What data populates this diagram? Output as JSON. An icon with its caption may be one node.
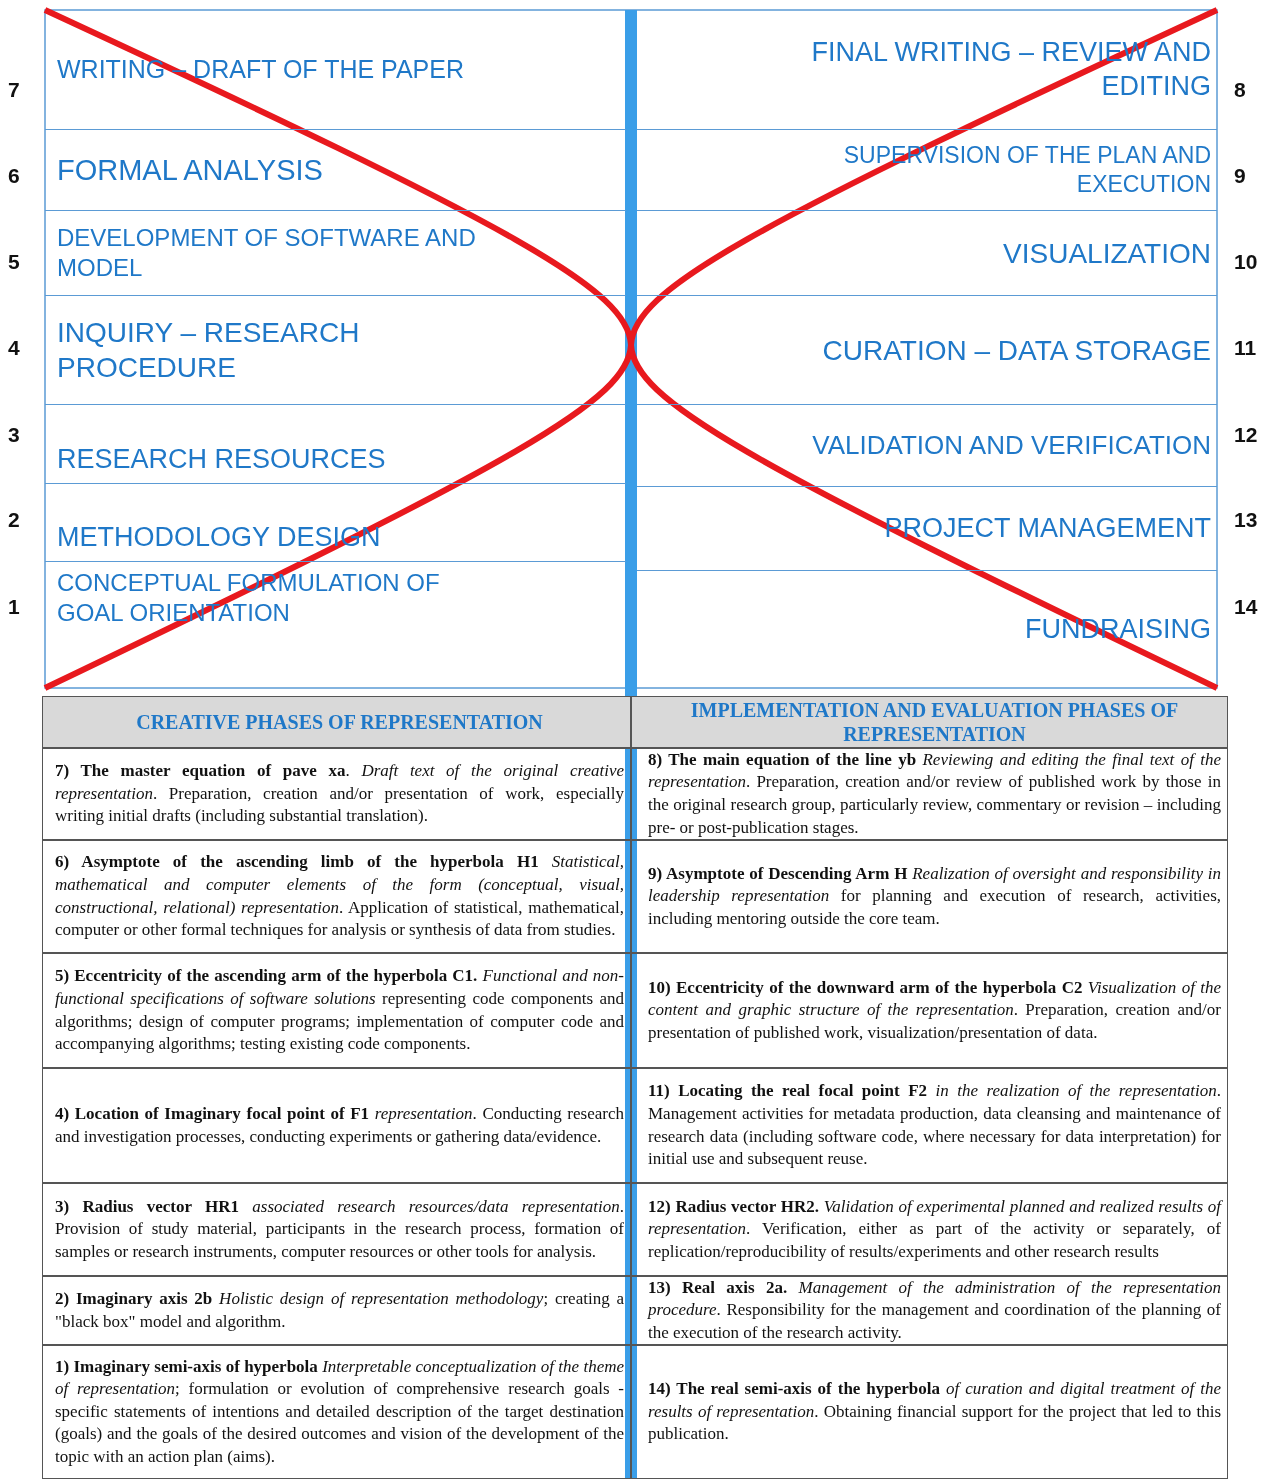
{
  "diagram": {
    "nodes": [
      {
        "text": [
          "WRITING – DRAFT OF THE PAPER"
        ],
        "beside": [
          "7"
        ]
      },
      {
        "text": [
          "FORMAL ANALYSIS"
        ],
        "beside": [
          "6"
        ]
      },
      {
        "text": [
          "DEVELOPMENT OF SOFTWARE AND MODEL"
        ],
        "beside": [
          "5"
        ]
      },
      {
        "text": [
          "INQUIRY – RESEARCH PROCEDURE"
        ],
        "beside": [
          "4"
        ]
      },
      {
        "text": [
          "RESEARCH RESOURCES"
        ],
        "beside": [
          "3"
        ]
      },
      {
        "text": [
          "METHODOLOGY DESIGN"
        ],
        "beside": [
          "2"
        ]
      },
      {
        "text": [
          "CONCEPTUAL FORMULATION OF GOAL ORIENTATION"
        ],
        "beside": [
          "1"
        ]
      },
      {
        "text": [
          "FINAL WRITING – REVIEW AND EDITING"
        ],
        "beside": [
          "8"
        ]
      },
      {
        "text": [
          "SUPERVISION OF THE PLAN AND EXECUTION"
        ],
        "beside": [
          "9"
        ]
      },
      {
        "text": [
          "VISUALIZATION"
        ],
        "beside": [
          "10"
        ]
      },
      {
        "text": [
          "CURATION – DATA STORAGE"
        ],
        "beside": [
          "11"
        ]
      },
      {
        "text": [
          "VALIDATION AND VERIFICATION"
        ],
        "beside": [
          "12"
        ]
      },
      {
        "text": [
          "PROJECT MANAGEMENT"
        ],
        "beside": [
          "13"
        ]
      },
      {
        "text": [
          "FUNDRAISING"
        ],
        "beside": [
          "14"
        ]
      }
    ],
    "labels": [
      "CREATIVE PHASES OF REPRESENTATION",
      "IMPLEMENTATION AND EVALUATION PHASES OF REPRESENTATION",
      "**7) The master equation of pave xa**. *Draft text of the original creative representation*. Preparation, creation and/or presentation of work, especially writing initial drafts (including substantial translation).",
      "**8) The main equation of the line yb** *Reviewing and editing the final text of the representation*. Preparation, creation and/or review of published work by those in the original research group, particularly review, commentary or revision – including pre- or post-publication stages.",
      "**6) Asymptote of the ascending limb of the hyperbola H1** *Statistical, mathematical and computer elements of the form (conceptual, visual, constructional, relational) representation*. Application of statistical, mathematical, computer or other formal techniques for analysis or synthesis of data from studies.",
      "**9) Asymptote of Descending Arm H** *Realization of oversight and responsibility in leadership representation* for planning and execution of research, activities, including mentoring outside the core team.",
      "**5) Eccentricity of the ascending arm of the hyperbola C1.** *Functional and non-functional specifications of software solutions* representing code components and algorithms; design of computer programs; implementation of computer code and accompanying algorithms; testing existing code components.",
      "**10) Eccentricity of the downward arm of the hyperbola C2** *Visualization of the content and graphic structure of the representation*. Preparation, creation and/or presentation of published work, visualization/presentation of data.",
      "**4) Location of Imaginary focal point of F1** *representation*. Conducting research and investigation processes, conducting experiments or gathering data/evidence.",
      "**11) Locating the real focal point F2** *in the realization of the representation*. Management activities for metadata production, data cleansing and maintenance of research data (including software code, where necessary for data interpretation) for initial use and subsequent reuse.",
      "**3) Radius vector HR1** *associated research resources/data representation*. Provision of study material, participants in the research process, formation of samples or research instruments, computer resources or other tools for analysis.",
      "**12) Radius vector HR2.** *Validation of experimental planned and realized results of representation*. Verification, either as part of the activity or separately, of replication/reproducibility of results/experiments and other research results",
      "**2) Imaginary axis 2b** *Holistic design of representation methodology*; creating a \"black box\" model and algorithm.",
      "**13) Real axis 2a.** *Management of the administration of the representation procedure*. Responsibility for the management and coordination of the planning of the execution of the research activity.",
      "**1) Imaginary semi-axis of hyperbola** *Interpretable conceptualization of the theme of representation*; formulation or evolution of comprehensive research goals - specific statements of intentions and detailed description of the target destination (goals) and the goals of the desired outcomes and vision of the development of the topic with an action plan (aims).",
      "**14) The real semi-axis of the hyperbola** *of curation and digital treatment of the results of representation*. Obtaining financial support for the project that led to this publication."
    ]
  }
}
